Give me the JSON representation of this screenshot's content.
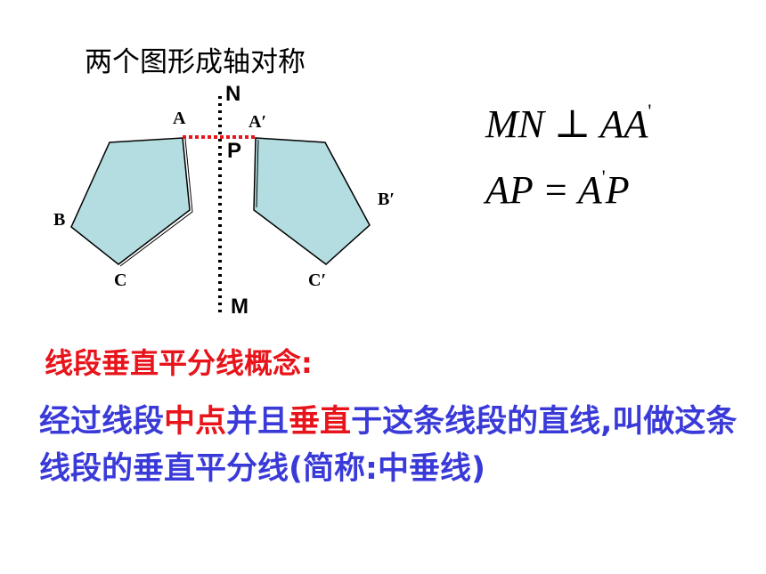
{
  "title": "两个图形成轴对称",
  "figure": {
    "axis_top_label": "N",
    "axis_bottom_label": "M",
    "point_p_label": "P",
    "left_labels": {
      "a": "A",
      "b": "B",
      "c": "C"
    },
    "right_labels": {
      "a": "A′",
      "b": "B′",
      "c": "C′"
    },
    "colors": {
      "fill": "#b3dde0",
      "stroke": "#000000",
      "segment": "#e8141b"
    }
  },
  "formulas": {
    "line1": {
      "text": "MN ⊥ AA",
      "prime": "'"
    },
    "line2": {
      "left": "AP = A",
      "prime": "'",
      "right": "P"
    }
  },
  "concept": {
    "heading": "线段垂直平分线概念:",
    "segments": [
      {
        "text": "经过线段",
        "highlight": false
      },
      {
        "text": "中点",
        "highlight": true
      },
      {
        "text": "并且",
        "highlight": false
      },
      {
        "text": "垂直",
        "highlight": true
      },
      {
        "text": "于这条线段的直线,叫做这条线段的垂直平分线(简称:中垂线)",
        "highlight": false
      }
    ]
  },
  "colors": {
    "body_text": "#3a3ad9",
    "highlight": "#e8141b"
  }
}
